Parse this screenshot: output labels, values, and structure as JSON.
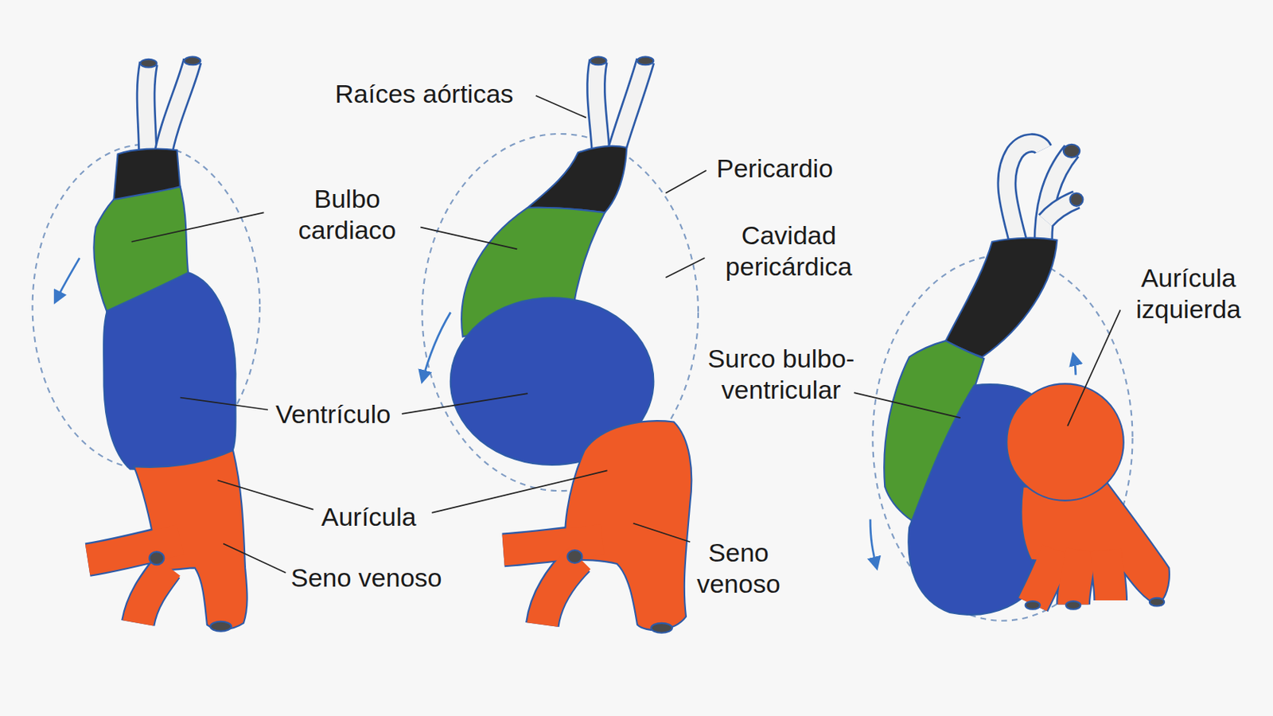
{
  "diagram": {
    "labels": [
      "Raíces aórticas",
      "Pericardio",
      "Bulbo cardiaco",
      "Cavidad pericárdica",
      "Aurícula izquierda",
      "Surco bulbo- ventricular",
      "Ventrículo",
      "Aurícula",
      "Seno venoso",
      "Seno venoso"
    ]
  }
}
